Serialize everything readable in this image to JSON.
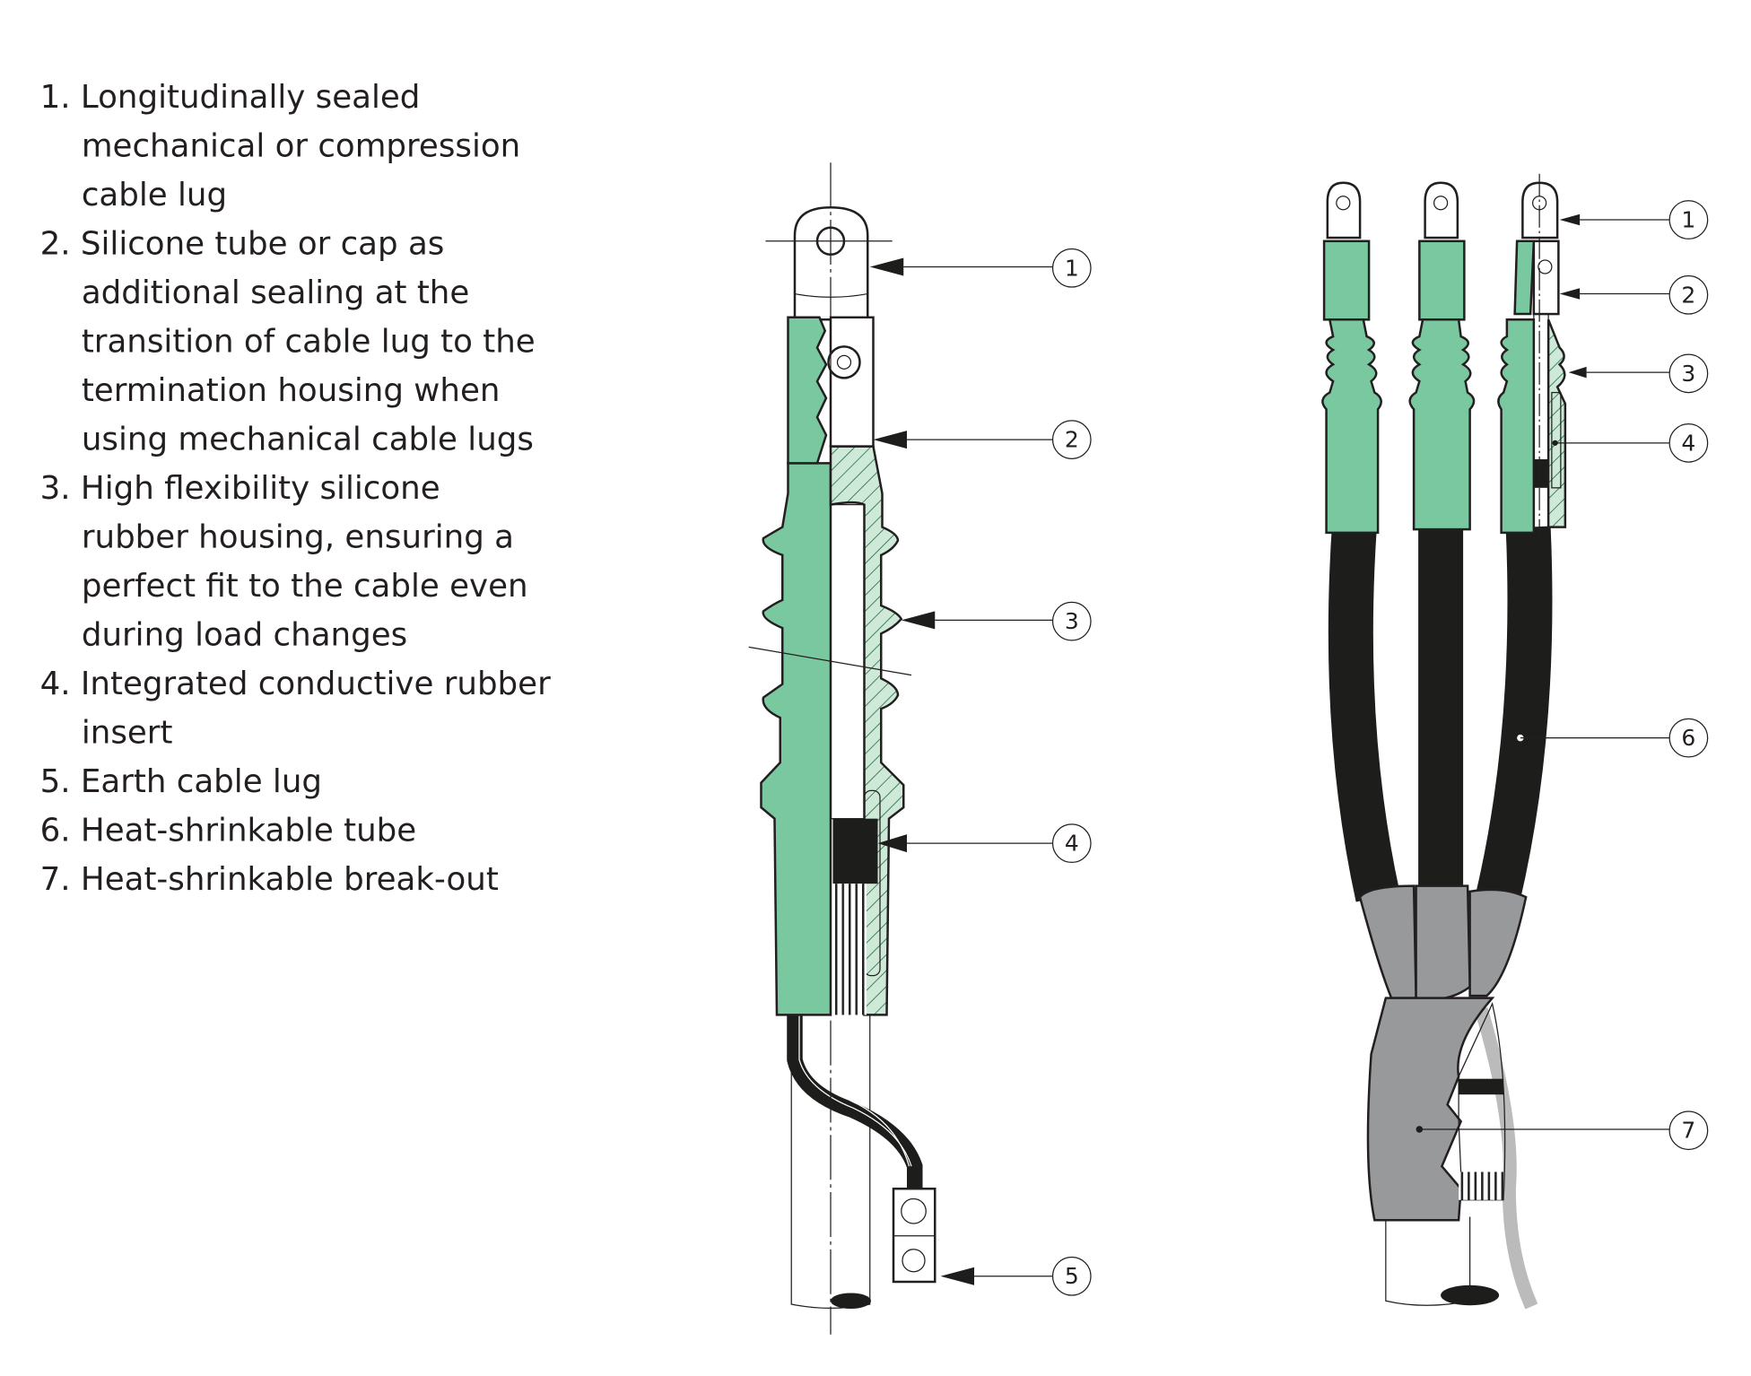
{
  "legend": [
    {
      "lines": [
        "1. Longitudinally sealed",
        "mechanical or compression",
        "cable lug"
      ]
    },
    {
      "lines": [
        "2. Silicone tube or cap as",
        "additional sealing at the",
        "transition of cable lug to the",
        "termination housing when",
        "using mechanical cable lugs"
      ]
    },
    {
      "lines": [
        "3. High flexibility silicone",
        "rubber housing, ensuring a",
        "perfect fit to the cable even",
        "during load changes"
      ]
    },
    {
      "lines": [
        "4. Integrated conductive rubber",
        "insert"
      ]
    },
    {
      "lines": [
        "5. Earth cable lug"
      ]
    },
    {
      "lines": [
        "6. Heat-shrinkable tube"
      ]
    },
    {
      "lines": [
        "7. Heat-shrinkable break-out"
      ]
    }
  ],
  "single_core_callouts": [
    "1",
    "2",
    "3",
    "4",
    "5"
  ],
  "three_core_callouts": [
    "1",
    "2",
    "3",
    "4",
    "6",
    "7"
  ],
  "colors": {
    "silicone_green": "#79c89f",
    "silicone_light": "#cfe9d8",
    "breakout_gray": "#97999b",
    "cable_black": "#1d1d1b"
  }
}
